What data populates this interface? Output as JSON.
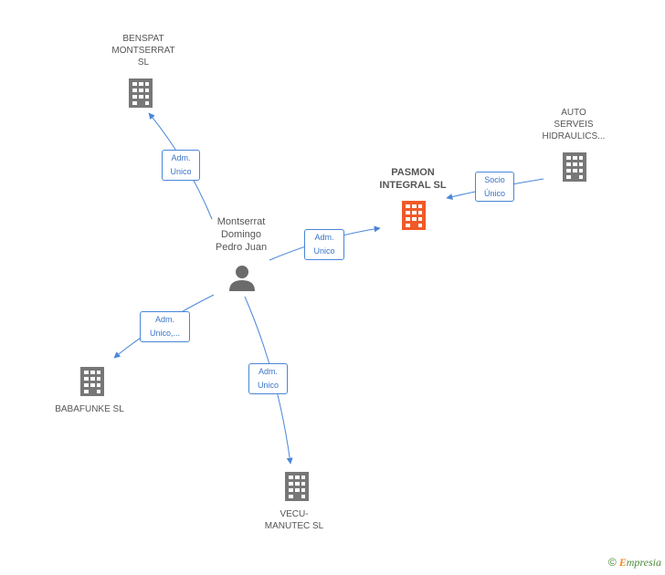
{
  "nodes": {
    "center_person": {
      "label": "Montserrat\nDomingo\nPedro Juan",
      "icon": "person-icon"
    },
    "pasmon": {
      "label": "PASMON\nINTEGRAL SL",
      "icon": "building-icon",
      "color": "#f05a28"
    },
    "benspat": {
      "label": "BENSPAT\nMONTSERRAT\nSL",
      "icon": "building-icon",
      "color": "#777777"
    },
    "auto_serveis": {
      "label": "AUTO\nSERVEIS\nHIDRAULICS...",
      "icon": "building-icon",
      "color": "#777777"
    },
    "babafunke": {
      "label": "BABAFUNKE  SL",
      "icon": "building-icon",
      "color": "#777777"
    },
    "vecu": {
      "label": "VECU-\nMANUTEC SL",
      "icon": "building-icon",
      "color": "#777777"
    }
  },
  "edges": {
    "to_benspat": "Adm.\nUnico",
    "to_pasmon": "Adm.\nUnico",
    "auto_to_pasmon": "Socio\nÚnico",
    "to_babafunke": "Adm.\nUnico,...",
    "to_vecu": "Adm.\nUnico"
  },
  "colors": {
    "edge": "#4a86d8",
    "focus": "#f05a28",
    "building": "#777777",
    "person": "#6b6b6b"
  },
  "brand": {
    "copyright": "©",
    "name_first": "E",
    "name_rest": "mpresia"
  }
}
